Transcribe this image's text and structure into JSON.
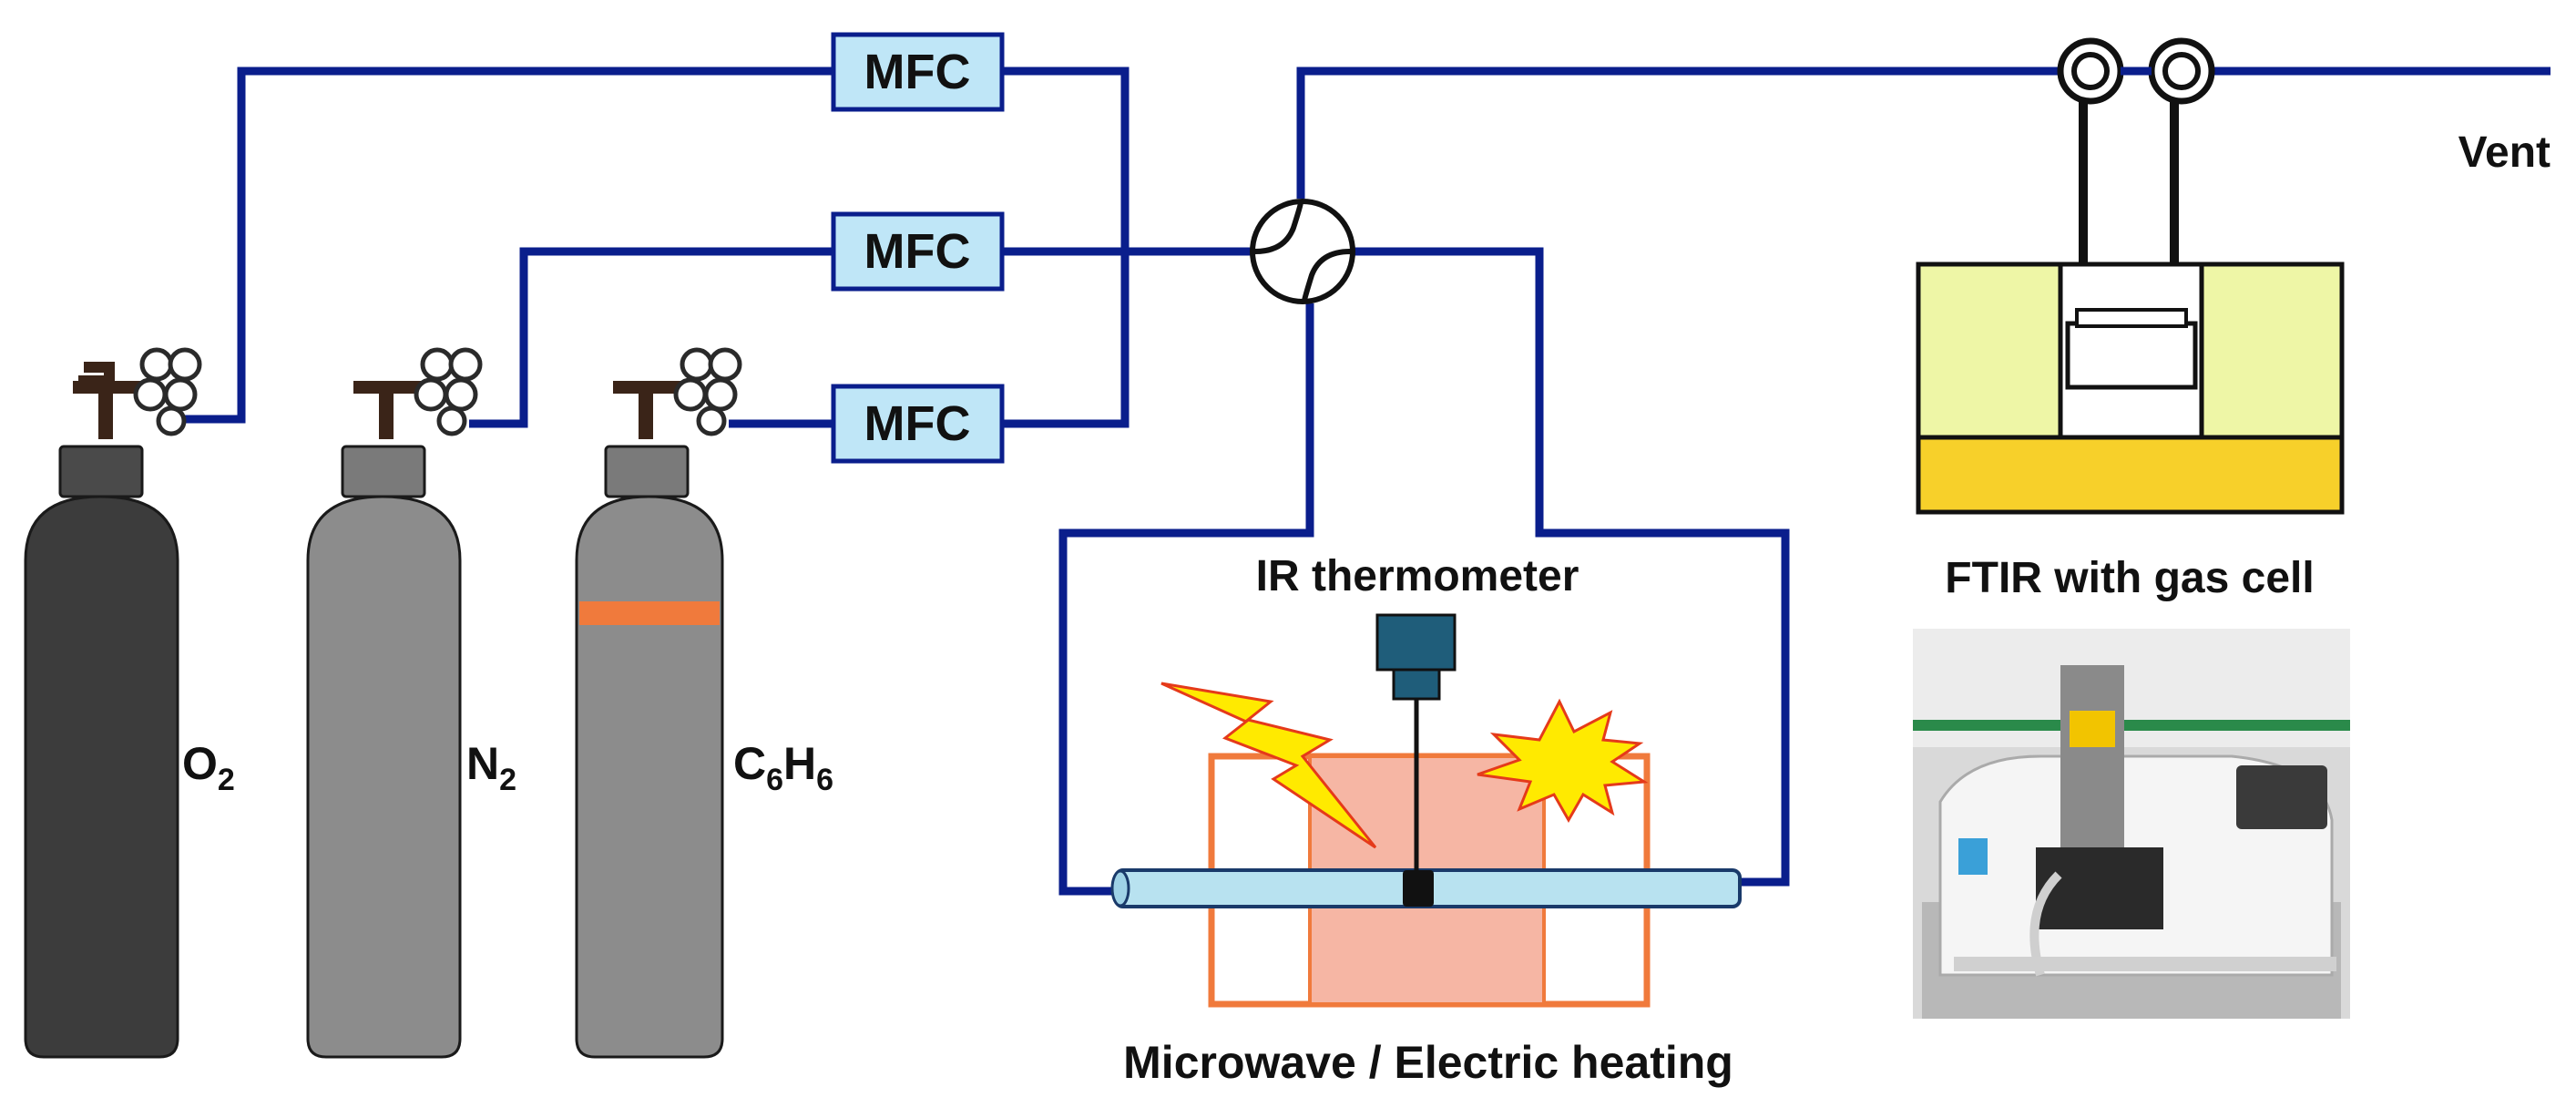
{
  "diagram": {
    "mfc_label": "MFC",
    "gases": [
      {
        "base": "O",
        "sub": "2"
      },
      {
        "base": "N",
        "sub": "2"
      },
      {
        "parts": [
          {
            "t": "C",
            "sub": false
          },
          {
            "t": "6",
            "sub": true
          },
          {
            "t": "H",
            "sub": false
          },
          {
            "t": "6",
            "sub": true
          }
        ]
      }
    ],
    "vent_label": "Vent",
    "ir_label": "IR thermometer",
    "heating_label": "Microwave / Electric heating",
    "ftir_label": "FTIR with gas cell",
    "colors": {
      "pipe": "#0a1e8c",
      "mfc_fill": "#bfe6f7",
      "cylinder_dark": "#3c3c3c",
      "cylinder_gray": "#8c8c8c",
      "stripe": "#f07a3c",
      "heater_outline": "#f07a3c",
      "heater_fill": "#f6b6a4",
      "tube": "#b8e2f0",
      "ftir_side": "#eef6a6",
      "ftir_base": "#f7d02a",
      "lightning": "#ffea00",
      "probe": "#1f5d7a"
    }
  }
}
